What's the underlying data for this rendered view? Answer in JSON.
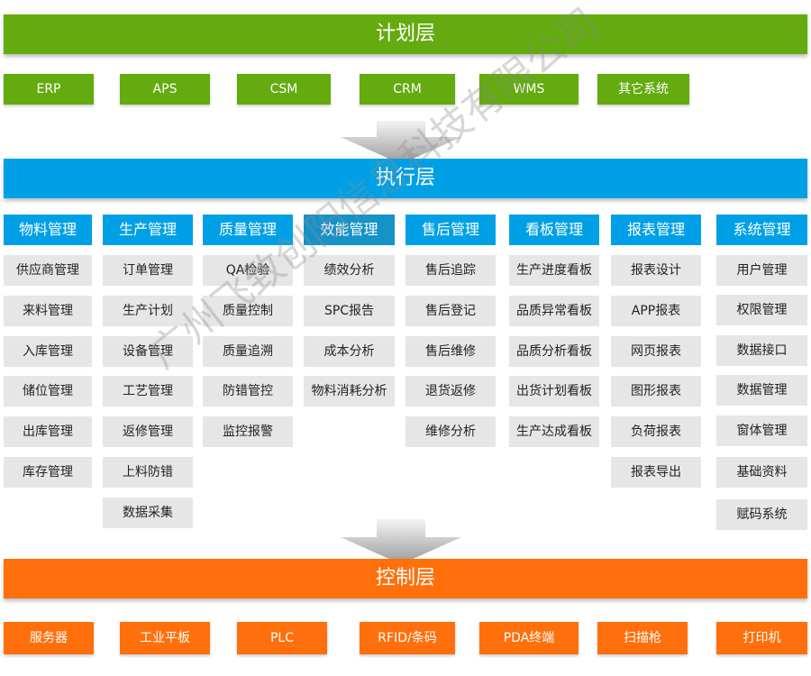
{
  "plan_layer": {
    "title": "计划层",
    "systems": [
      "ERP",
      "APS",
      "CSM",
      "CRM",
      "WMS",
      "其它系统"
    ]
  },
  "exec_layer": {
    "title": "执行层",
    "modules": [
      {
        "title": "物料管理",
        "items": [
          "供应商管理",
          "来料管理",
          "入库管理",
          "储位管理",
          "出库管理",
          "库存管理"
        ]
      },
      {
        "title": "生产管理",
        "items": [
          "订单管理",
          "生产计划",
          "设备管理",
          "工艺管理",
          "返修管理",
          "上料防错",
          "数据采集"
        ]
      },
      {
        "title": "质量管理",
        "items": [
          "QA检验",
          "质量控制",
          "质量追溯",
          "防错管控",
          "监控报警"
        ]
      },
      {
        "title": "效能管理",
        "items": [
          "绩效分析",
          "SPC报告",
          "成本分析",
          "物料消耗分析"
        ]
      },
      {
        "title": "售后管理",
        "items": [
          "售后追踪",
          "售后登记",
          "售后维修",
          "退货返修",
          "维修分析"
        ]
      },
      {
        "title": "看板管理",
        "items": [
          "生产进度看板",
          "品质异常看板",
          "品质分析看板",
          "出货计划看板",
          "生产达成看板"
        ]
      },
      {
        "title": "报表管理",
        "items": [
          "报表设计",
          "APP报表",
          "网页报表",
          "图形报表",
          "负荷报表",
          "报表导出"
        ]
      },
      {
        "title": "系统管理",
        "items": [
          "用户管理",
          "权限管理",
          "数据接口",
          "数据管理",
          "窗体管理",
          "基础资料",
          "赋码系统"
        ]
      }
    ]
  },
  "ctrl_layer": {
    "title": "控制层",
    "devices": [
      "服务器",
      "工业平板",
      "PLC",
      "RFID/条码",
      "PDA终端",
      "扫描枪",
      "打印机"
    ]
  },
  "watermark": "广州飞致创阳信息科技有限公司",
  "colors": {
    "plan": "#63ab0f",
    "exec": "#00a0e6",
    "ctrl": "#ff6f0c",
    "item": "#e6e6e6"
  }
}
